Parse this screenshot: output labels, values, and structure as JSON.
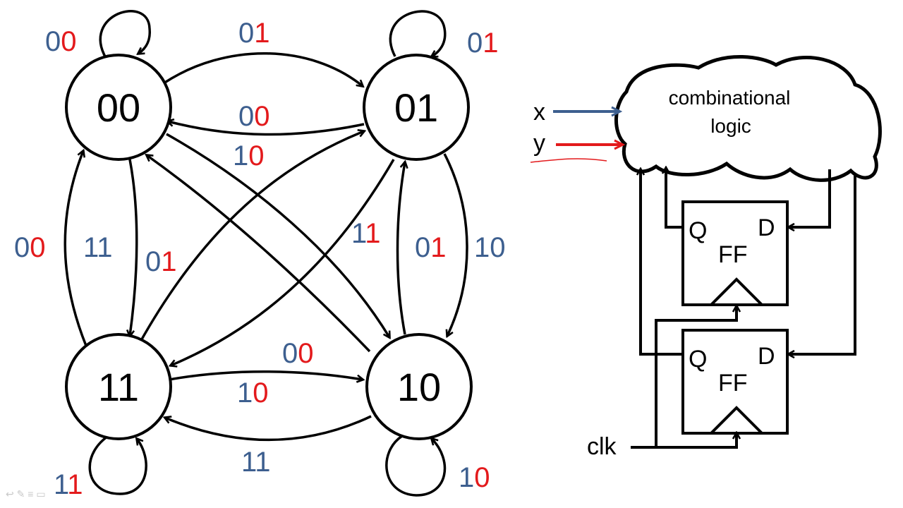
{
  "colors": {
    "input_x": "#3d5f8f",
    "input_y": "#e31a1c",
    "ink": "#000000",
    "background": "#ffffff"
  },
  "state_diagram": {
    "states": [
      "00",
      "01",
      "11",
      "10"
    ],
    "edge_labels": [
      {
        "id": "self-00",
        "first": "0",
        "second": "0"
      },
      {
        "id": "00-to-01",
        "first": "0",
        "second": "1"
      },
      {
        "id": "self-01",
        "first": "0",
        "second": "1"
      },
      {
        "id": "01-to-00",
        "first": "0",
        "second": "0"
      },
      {
        "id": "diag-10",
        "first": "1",
        "second": "0"
      },
      {
        "id": "left-outer",
        "first": "0",
        "second": "0"
      },
      {
        "id": "left-inner",
        "first": "1",
        "second": "1"
      },
      {
        "id": "diag-01",
        "first": "0",
        "second": "1"
      },
      {
        "id": "diag-11",
        "first": "1",
        "second": "1"
      },
      {
        "id": "right-inner",
        "first": "0",
        "second": "1"
      },
      {
        "id": "right-outer",
        "first": "1",
        "second": "0"
      },
      {
        "id": "10-to-11-top",
        "first": "0",
        "second": "0"
      },
      {
        "id": "11-to-10",
        "first": "1",
        "second": "0"
      },
      {
        "id": "10-to-11-bottom",
        "first": "1",
        "second": "1"
      },
      {
        "id": "self-11",
        "first": "1",
        "second": "1"
      },
      {
        "id": "self-10",
        "first": "1",
        "second": "0"
      }
    ]
  },
  "circuit": {
    "input_x": "x",
    "input_y": "y",
    "cloud_line1": "combinational",
    "cloud_line2": "logic",
    "ff_q": "Q",
    "ff_d": "D",
    "ff_name": "FF",
    "clock": "clk"
  },
  "icons": [
    "back-arrow-icon",
    "pen-icon",
    "menu-icon",
    "monitor-icon"
  ]
}
